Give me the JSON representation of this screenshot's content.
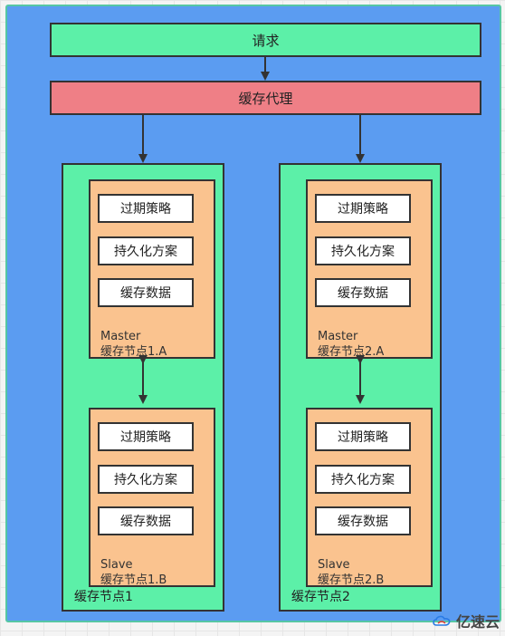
{
  "request": {
    "label": "请求"
  },
  "proxy": {
    "label": "缓存代理"
  },
  "clusters": [
    {
      "label": "缓存节点1",
      "master": {
        "items": [
          "过期策略",
          "持久化方案",
          "缓存数据"
        ],
        "role": "Master",
        "name": "缓存节点1.A"
      },
      "slave": {
        "items": [
          "过期策略",
          "持久化方案",
          "缓存数据"
        ],
        "role": "Slave",
        "name": "缓存节点1.B"
      }
    },
    {
      "label": "缓存节点2",
      "master": {
        "items": [
          "过期策略",
          "持久化方案",
          "缓存数据"
        ],
        "role": "Master",
        "name": "缓存节点2.A"
      },
      "slave": {
        "items": [
          "过期策略",
          "持久化方案",
          "缓存数据"
        ],
        "role": "Slave",
        "name": "缓存节点2.B"
      }
    }
  ],
  "watermark": {
    "text": "亿速云"
  },
  "colors": {
    "background": "#5b9cf1",
    "request_box": "#5cf0a8",
    "proxy_box": "#ef7f86",
    "cluster_box": "#5cf0a8",
    "node_box": "#fac38f",
    "item_box": "#ffffff"
  }
}
